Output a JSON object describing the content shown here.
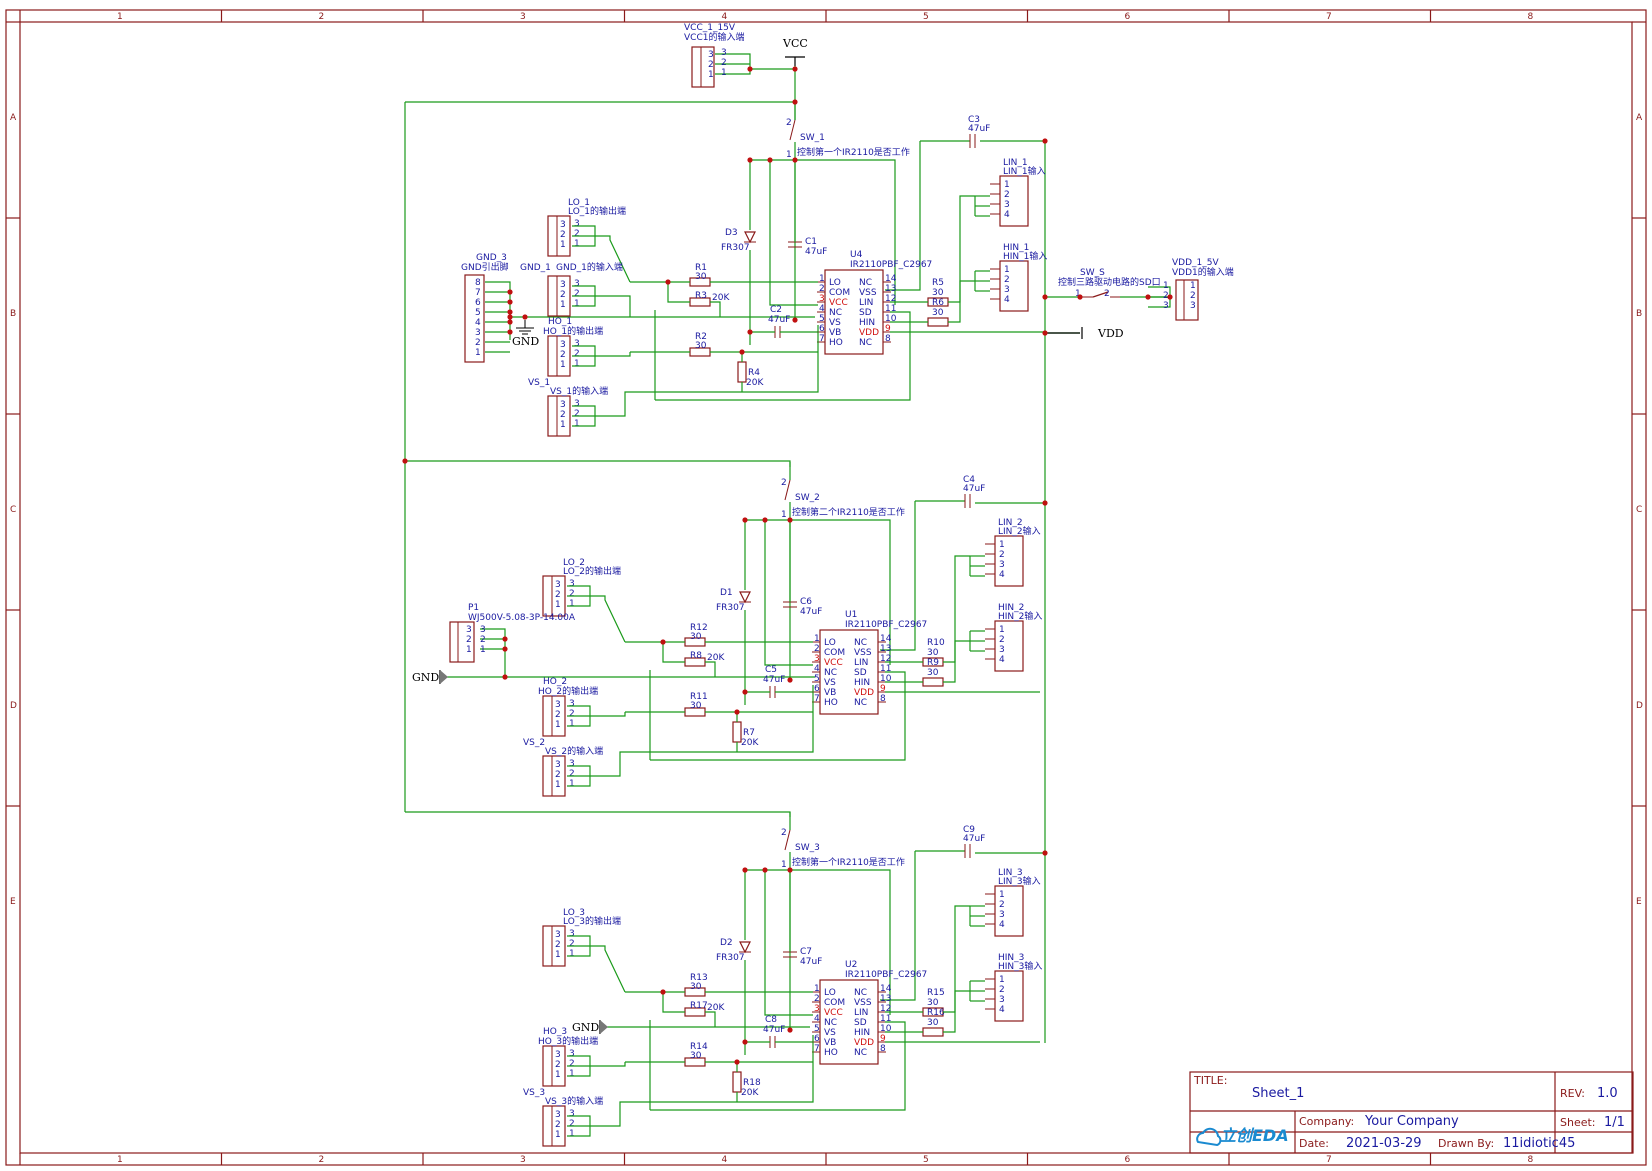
{
  "grid": {
    "cols": [
      "1",
      "2",
      "3",
      "4",
      "5",
      "6",
      "7",
      "8"
    ],
    "rows": [
      "A",
      "B",
      "C",
      "D",
      "E"
    ]
  },
  "power": {
    "vcc": "VCC",
    "vdd": "VDD",
    "gnd": "GND"
  },
  "top": {
    "vcc_conn_name": "VCC_1_15V",
    "vcc_conn_desc": "VCC1的输入端",
    "gnd3_name": "GND_3",
    "gnd3_desc": "GND引出脚",
    "gnd3_pins": [
      "8",
      "7",
      "6",
      "5",
      "4",
      "3",
      "2",
      "1"
    ],
    "vdd_conn_name": "VDD_1_5V",
    "vdd_conn_desc": "VDD1的输入端",
    "sws_name": "SW_S",
    "sws_desc": "控制三路驱动电路的SD口",
    "p1_name": "P1",
    "p1_desc": "WJ500V-5.08-3P-14.00A"
  },
  "stages": [
    {
      "sw": "SW_1",
      "sw_desc": "控制第一个IR2110是否工作",
      "d": "D3",
      "d_val": "FR307",
      "cb": "C1",
      "cb_val": "47uF",
      "cs": "C2",
      "cs_val": "47uF",
      "cv": "C3",
      "cv_val": "47uF",
      "u": "U4",
      "u_val": "IR2110PBF_C2967",
      "r_lo": "R1",
      "r_lo_val": "30",
      "r_lo2": "R3",
      "r_lo2_val": "20K",
      "r_ho": "R2",
      "r_ho_val": "30",
      "r_ho2": "R4",
      "r_ho2_val": "20K",
      "r_lin": "R5",
      "r_lin_val": "30",
      "r_hin": "R6",
      "r_hin_val": "30",
      "lo": "LO_1",
      "lo_desc": "LO_1的输出端",
      "gnd": "GND_1",
      "gnd_desc": "GND_1的输入端",
      "ho": "HO_1",
      "ho_desc": "HO_1的输出端",
      "vs": "VS_1",
      "vs_desc": "VS_1的输入端",
      "lin": "LIN_1",
      "lin_desc": "LIN_1输入",
      "hin": "HIN_1",
      "hin_desc": "HIN_1输入"
    },
    {
      "sw": "SW_2",
      "sw_desc": "控制第二个IR2110是否工作",
      "d": "D1",
      "d_val": "FR307",
      "cb": "C6",
      "cb_val": "47uF",
      "cs": "C5",
      "cs_val": "47uF",
      "cv": "C4",
      "cv_val": "47uF",
      "u": "U1",
      "u_val": "IR2110PBF_C2967",
      "r_lo": "R12",
      "r_lo_val": "30",
      "r_lo2": "R8",
      "r_lo2_val": "20K",
      "r_ho": "R11",
      "r_ho_val": "30",
      "r_ho2": "R7",
      "r_ho2_val": "20K",
      "r_lin": "R10",
      "r_lin_val": "30",
      "r_hin": "R9",
      "r_hin_val": "30",
      "lo": "LO_2",
      "lo_desc": "LO_2的输出端",
      "gnd": "",
      "gnd_desc": "",
      "ho": "HO_2",
      "ho_desc": "HO_2的输出端",
      "vs": "VS_2",
      "vs_desc": "VS_2的输入端",
      "lin": "LIN_2",
      "lin_desc": "LIN_2输入",
      "hin": "HIN_2",
      "hin_desc": "HIN_2输入"
    },
    {
      "sw": "SW_3",
      "sw_desc": "控制第一个IR2110是否工作",
      "d": "D2",
      "d_val": "FR307",
      "cb": "C7",
      "cb_val": "47uF",
      "cs": "C8",
      "cs_val": "47uF",
      "cv": "C9",
      "cv_val": "47uF",
      "u": "U2",
      "u_val": "IR2110PBF_C2967",
      "r_lo": "R13",
      "r_lo_val": "30",
      "r_lo2": "R17",
      "r_lo2_val": "20K",
      "r_ho": "R14",
      "r_ho_val": "30",
      "r_ho2": "R18",
      "r_ho2_val": "20K",
      "r_lin": "R15",
      "r_lin_val": "30",
      "r_hin": "R16",
      "r_hin_val": "30",
      "lo": "LO_3",
      "lo_desc": "LO_3的输出端",
      "gnd": "",
      "gnd_desc": "",
      "ho": "HO_3",
      "ho_desc": "HO_3的输出端",
      "vs": "VS_3",
      "vs_desc": "VS_3的输入端",
      "lin": "LIN_3",
      "lin_desc": "LIN_3输入",
      "hin": "HIN_3",
      "hin_desc": "HIN_3输入"
    }
  ],
  "ic": {
    "left_pins": [
      [
        "1",
        "LO"
      ],
      [
        "2",
        "COM"
      ],
      [
        "3",
        "VCC"
      ],
      [
        "4",
        "NC"
      ],
      [
        "5",
        "VS"
      ],
      [
        "6",
        "VB"
      ],
      [
        "7",
        "HO"
      ]
    ],
    "right_pins": [
      [
        "14",
        "NC"
      ],
      [
        "13",
        "VSS"
      ],
      [
        "12",
        "LIN"
      ],
      [
        "11",
        "SD"
      ],
      [
        "10",
        "HIN"
      ],
      [
        "9",
        "VDD"
      ],
      [
        "8",
        "NC"
      ]
    ]
  },
  "title_block": {
    "title_label": "TITLE:",
    "title": "Sheet_1",
    "rev_label": "REV:",
    "rev": "1.0",
    "company_label": "Company:",
    "company": "Your Company",
    "sheet_label": "Sheet:",
    "sheet": "1/1",
    "date_label": "Date:",
    "date": "2021-03-29",
    "drawn_label": "Drawn By:",
    "drawn": "11idiotic45",
    "logo": "立创EDA"
  }
}
